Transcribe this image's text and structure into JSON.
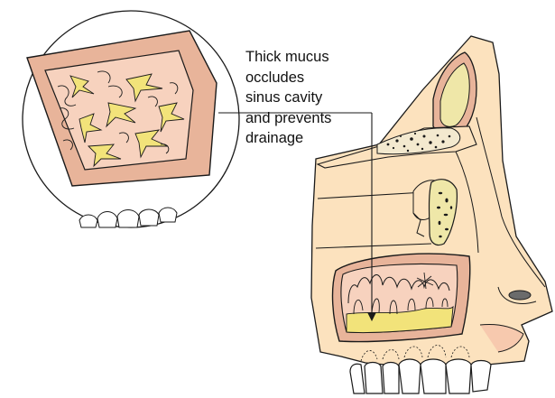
{
  "annotation": {
    "lines": [
      "Thick mucus",
      "occludes",
      "sinus cavity",
      "and prevents",
      "drainage"
    ]
  },
  "colors": {
    "skin": "#FCE2BE",
    "tissue": "#E8B49A",
    "cavity": "#F7D2BE",
    "mucus": "#F2E37A",
    "bone": "#EFE7A8",
    "outline": "#1a1a1a"
  }
}
